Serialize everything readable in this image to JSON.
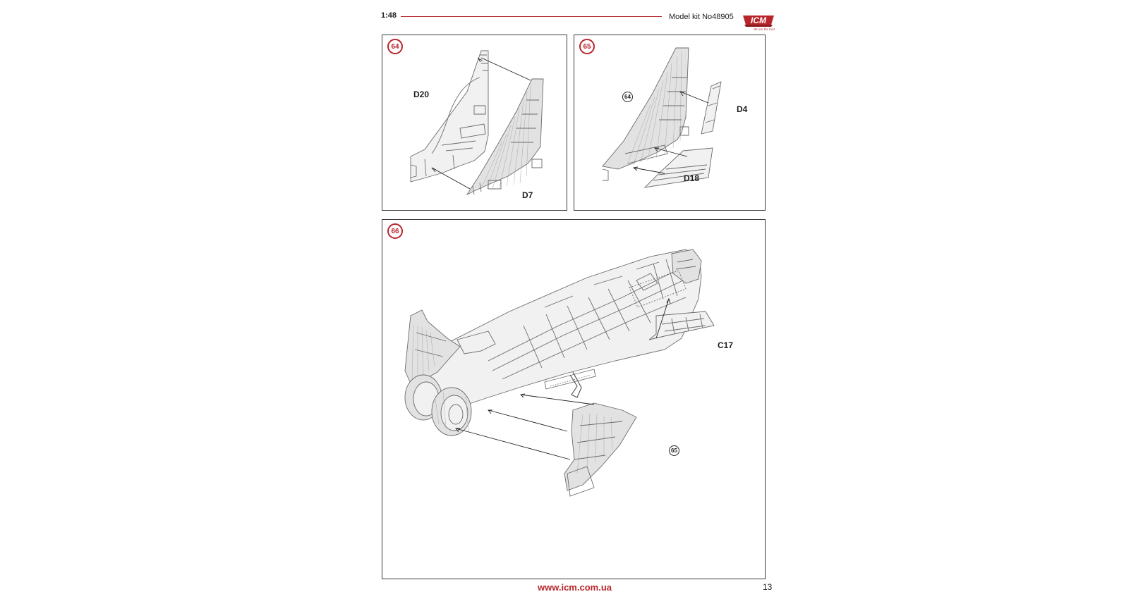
{
  "header": {
    "scale": "1:48",
    "kit": "Model kit No48905",
    "logo_text": "ICM",
    "logo_tagline": "We are the best"
  },
  "steps": [
    {
      "number": "64",
      "parts": [
        "D20",
        "D7"
      ],
      "refs": []
    },
    {
      "number": "65",
      "parts": [
        "D4",
        "D18"
      ],
      "refs": [
        "64"
      ]
    },
    {
      "number": "66",
      "parts": [
        "C17"
      ],
      "refs": [
        "65"
      ]
    }
  ],
  "footer": {
    "url": "www.icm.com.ua",
    "page": "13"
  },
  "colors": {
    "accent": "#b8262b",
    "frame": "#3a3a3a",
    "line": "#6b6b6b"
  }
}
